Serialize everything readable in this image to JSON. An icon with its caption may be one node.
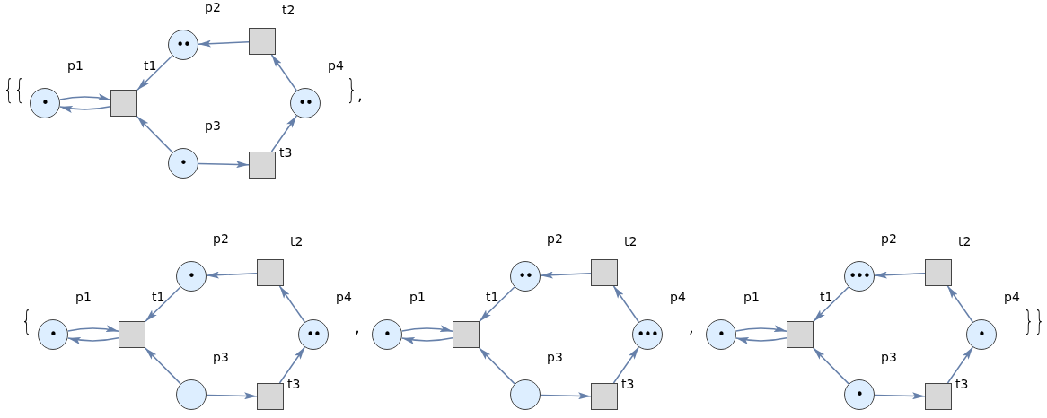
{
  "diagram": {
    "nodes": [
      {
        "text": [
          "•"
        ],
        "beside": [
          "p1"
        ]
      },
      {
        "text": [],
        "shape": "box",
        "beside": [
          "t1"
        ]
      },
      {
        "text": [
          "••"
        ],
        "beside": [
          "p2"
        ]
      },
      {
        "text": [],
        "shape": "box",
        "beside": [
          "t2"
        ]
      },
      {
        "text": [
          "••"
        ],
        "beside": [
          "p4"
        ]
      },
      {
        "text": [
          "•"
        ],
        "beside": [
          "p3"
        ]
      },
      {
        "text": [],
        "shape": "box",
        "beside": [
          "t3"
        ]
      },
      {
        "text": [
          "•"
        ],
        "beside": [
          "p1"
        ]
      },
      {
        "text": [],
        "shape": "box",
        "beside": [
          "t1"
        ]
      },
      {
        "text": [
          "•"
        ],
        "beside": [
          "p2"
        ]
      },
      {
        "text": [],
        "shape": "box",
        "beside": [
          "t2"
        ]
      },
      {
        "text": [
          "••"
        ],
        "beside": [
          "p4"
        ]
      },
      {
        "text": [],
        "shape": "circle",
        "beside": [
          "p3"
        ]
      },
      {
        "text": [],
        "shape": "box",
        "beside": [
          "t3"
        ]
      },
      {
        "text": [
          "•"
        ],
        "beside": [
          "p1"
        ]
      },
      {
        "text": [],
        "shape": "box",
        "beside": [
          "t1"
        ]
      },
      {
        "text": [
          "••"
        ],
        "beside": [
          "p2"
        ]
      },
      {
        "text": [],
        "shape": "box",
        "beside": [
          "t2"
        ]
      },
      {
        "text": [
          "•••"
        ],
        "beside": [
          "p4"
        ]
      },
      {
        "text": [],
        "shape": "circle",
        "beside": [
          "p3"
        ]
      },
      {
        "text": [],
        "shape": "box",
        "beside": [
          "t3"
        ]
      },
      {
        "text": [
          "•"
        ],
        "beside": [
          "p1"
        ]
      },
      {
        "text": [],
        "shape": "box",
        "beside": [
          "t1"
        ]
      },
      {
        "text": [
          "•••"
        ],
        "beside": [
          "p2"
        ]
      },
      {
        "text": [],
        "shape": "box",
        "beside": [
          "t2"
        ]
      },
      {
        "text": [
          "•"
        ],
        "beside": [
          "p4"
        ]
      },
      {
        "text": [
          "•"
        ],
        "beside": [
          "p3"
        ]
      },
      {
        "text": [],
        "shape": "box",
        "beside": [
          "t3"
        ]
      }
    ],
    "edges": [
      {
        "from": 0,
        "to": 1,
        "arrow": "to"
      },
      {
        "from": 1,
        "to": 0,
        "arrow": "to"
      },
      {
        "from": 2,
        "to": 1,
        "arrow": "to"
      },
      {
        "from": 3,
        "to": 2,
        "arrow": "to"
      },
      {
        "from": 4,
        "to": 3,
        "arrow": "to"
      },
      {
        "from": 6,
        "to": 4,
        "arrow": "to"
      },
      {
        "from": 5,
        "to": 6,
        "arrow": "to"
      },
      {
        "from": 5,
        "to": 1,
        "arrow": "to"
      },
      {
        "from": 7,
        "to": 8,
        "arrow": "to"
      },
      {
        "from": 8,
        "to": 7,
        "arrow": "to"
      },
      {
        "from": 9,
        "to": 8,
        "arrow": "to"
      },
      {
        "from": 10,
        "to": 9,
        "arrow": "to"
      },
      {
        "from": 11,
        "to": 10,
        "arrow": "to"
      },
      {
        "from": 13,
        "to": 11,
        "arrow": "to"
      },
      {
        "from": 12,
        "to": 13,
        "arrow": "to"
      },
      {
        "from": 12,
        "to": 8,
        "arrow": "to"
      },
      {
        "from": 14,
        "to": 15,
        "arrow": "to"
      },
      {
        "from": 15,
        "to": 14,
        "arrow": "to"
      },
      {
        "from": 16,
        "to": 15,
        "arrow": "to"
      },
      {
        "from": 17,
        "to": 16,
        "arrow": "to"
      },
      {
        "from": 18,
        "to": 17,
        "arrow": "to"
      },
      {
        "from": 20,
        "to": 18,
        "arrow": "to"
      },
      {
        "from": 19,
        "to": 20,
        "arrow": "to"
      },
      {
        "from": 19,
        "to": 15,
        "arrow": "to"
      },
      {
        "from": 21,
        "to": 22,
        "arrow": "to"
      },
      {
        "from": 22,
        "to": 21,
        "arrow": "to"
      },
      {
        "from": 23,
        "to": 22,
        "arrow": "to"
      },
      {
        "from": 24,
        "to": 23,
        "arrow": "to"
      },
      {
        "from": 25,
        "to": 24,
        "arrow": "to"
      },
      {
        "from": 27,
        "to": 25,
        "arrow": "to"
      },
      {
        "from": 26,
        "to": 27,
        "arrow": "to"
      },
      {
        "from": 26,
        "to": 22,
        "arrow": "to"
      }
    ],
    "labels": [
      "{",
      "{",
      "}",
      ",",
      "{",
      ",",
      ",",
      "}",
      "}"
    ]
  }
}
